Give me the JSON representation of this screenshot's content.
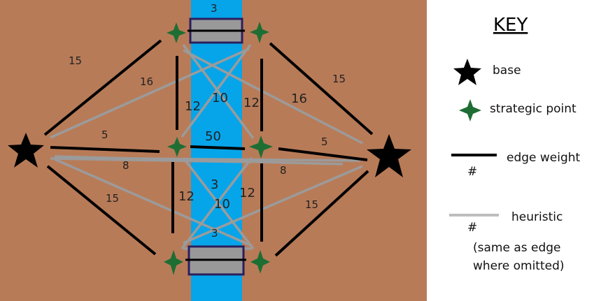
{
  "key": {
    "title": "KEY",
    "base": "base",
    "strategic_point": "strategic point",
    "edge_weight": "edge weight",
    "edge_weight_hash": "#",
    "heuristic": "heuristic",
    "heuristic_hash": "#",
    "note_line1": "(same as edge",
    "note_line2": "where omitted)"
  },
  "colors": {
    "ground": "#b87b58",
    "river": "#06a5ea",
    "bridge_fill": "#999999",
    "bridge_border": "#2a1f5e",
    "edge": "#000000",
    "heuristic": "#9b9b9b",
    "strategic_point": "#1e6e33",
    "base": "#000000"
  },
  "weights": {
    "bridge_top": "3",
    "bridge_bottom": "3",
    "base_left_top_edge": "15",
    "base_left_top_heur": "16",
    "base_left_mid_edge": "5",
    "base_left_mid_heur": "8",
    "base_left_bottom_edge": "15",
    "base_right_top_edge": "15",
    "base_right_top_heur": "16",
    "base_right_mid_edge": "5",
    "base_right_mid_heur": "8",
    "base_right_bottom_edge": "15",
    "top_left_vertical": "12",
    "top_right_vertical": "12",
    "top_cross_heur": "10",
    "middle_crossing": "50",
    "bottom_left_vertical": "12",
    "bottom_right_vertical": "12",
    "bottom_cross_heur": "10",
    "bottom_center_heur": "3"
  }
}
